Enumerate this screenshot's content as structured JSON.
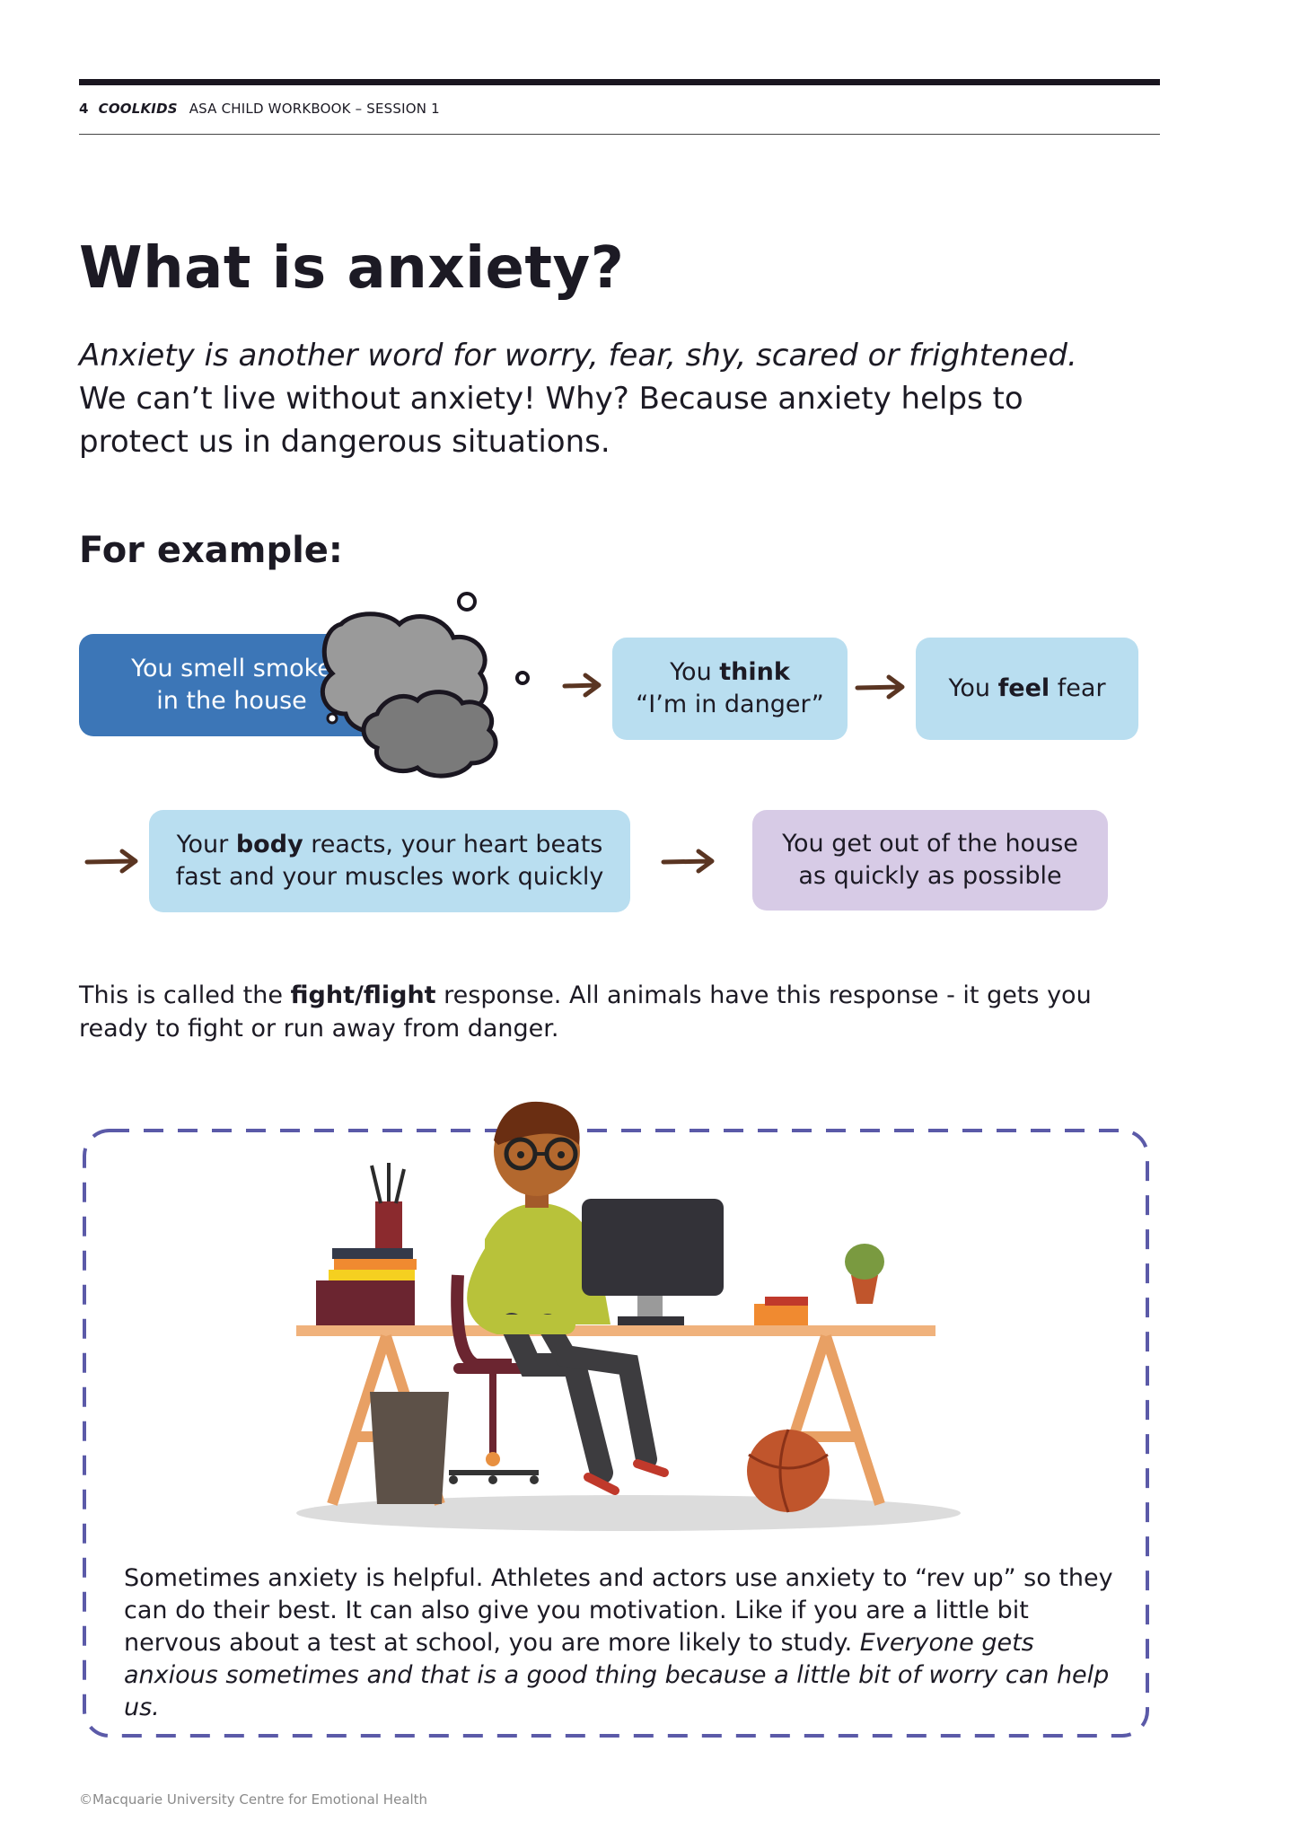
{
  "header": {
    "page_number": "4",
    "brand": "COOLKIDS",
    "subtitle": "ASA CHILD WORKBOOK – SESSION 1"
  },
  "title": "What is anxiety?",
  "intro": {
    "italic_sentence": "Anxiety is another word for worry, fear, shy, scared or frightened.",
    "rest": "We can’t live without anxiety! Why? Because anxiety helps to protect us in dangerous situations."
  },
  "example_heading": "For example:",
  "flow": {
    "step1": {
      "line1": "You smell smoke",
      "line2": "in the house"
    },
    "step2": {
      "pre": "You ",
      "bold": "think",
      "line2": "“I’m in danger”"
    },
    "step3": {
      "pre": "You ",
      "bold": "feel",
      "post": " fear"
    },
    "step4": {
      "pre": "Your ",
      "bold": "body",
      "post": " reacts, your heart beats",
      "line2": "fast and your muscles work quickly"
    },
    "step5": {
      "line1": "You get out of the house",
      "line2": "as quickly as possible"
    }
  },
  "fight_flight": {
    "pre": "This is called the ",
    "bold": "fight/flight",
    "post": " response. All animals have this response - it gets you ready to fight or run away from danger."
  },
  "helpful_box": {
    "plain": "Sometimes anxiety is helpful. Athletes and actors use anxiety to “rev up” so they can do their best. It can also give you motivation. Like if you are a little bit nervous about a test at school, you are more likely to study. ",
    "italic": "Everyone gets anxious sometimes and that is a good thing because a little bit of worry can help us."
  },
  "footer": "©Macquarie University Centre for Emotional Health",
  "colors": {
    "dark_blue": "#3c76b7",
    "light_blue": "#b9def0",
    "lavender": "#d7cbe6",
    "arrow_brown": "#5a3522",
    "dash_purple": "#5b5aa8"
  },
  "icons": [
    "smoke-cloud-icon",
    "arrow-right-icon",
    "boy-at-computer-illustration"
  ]
}
